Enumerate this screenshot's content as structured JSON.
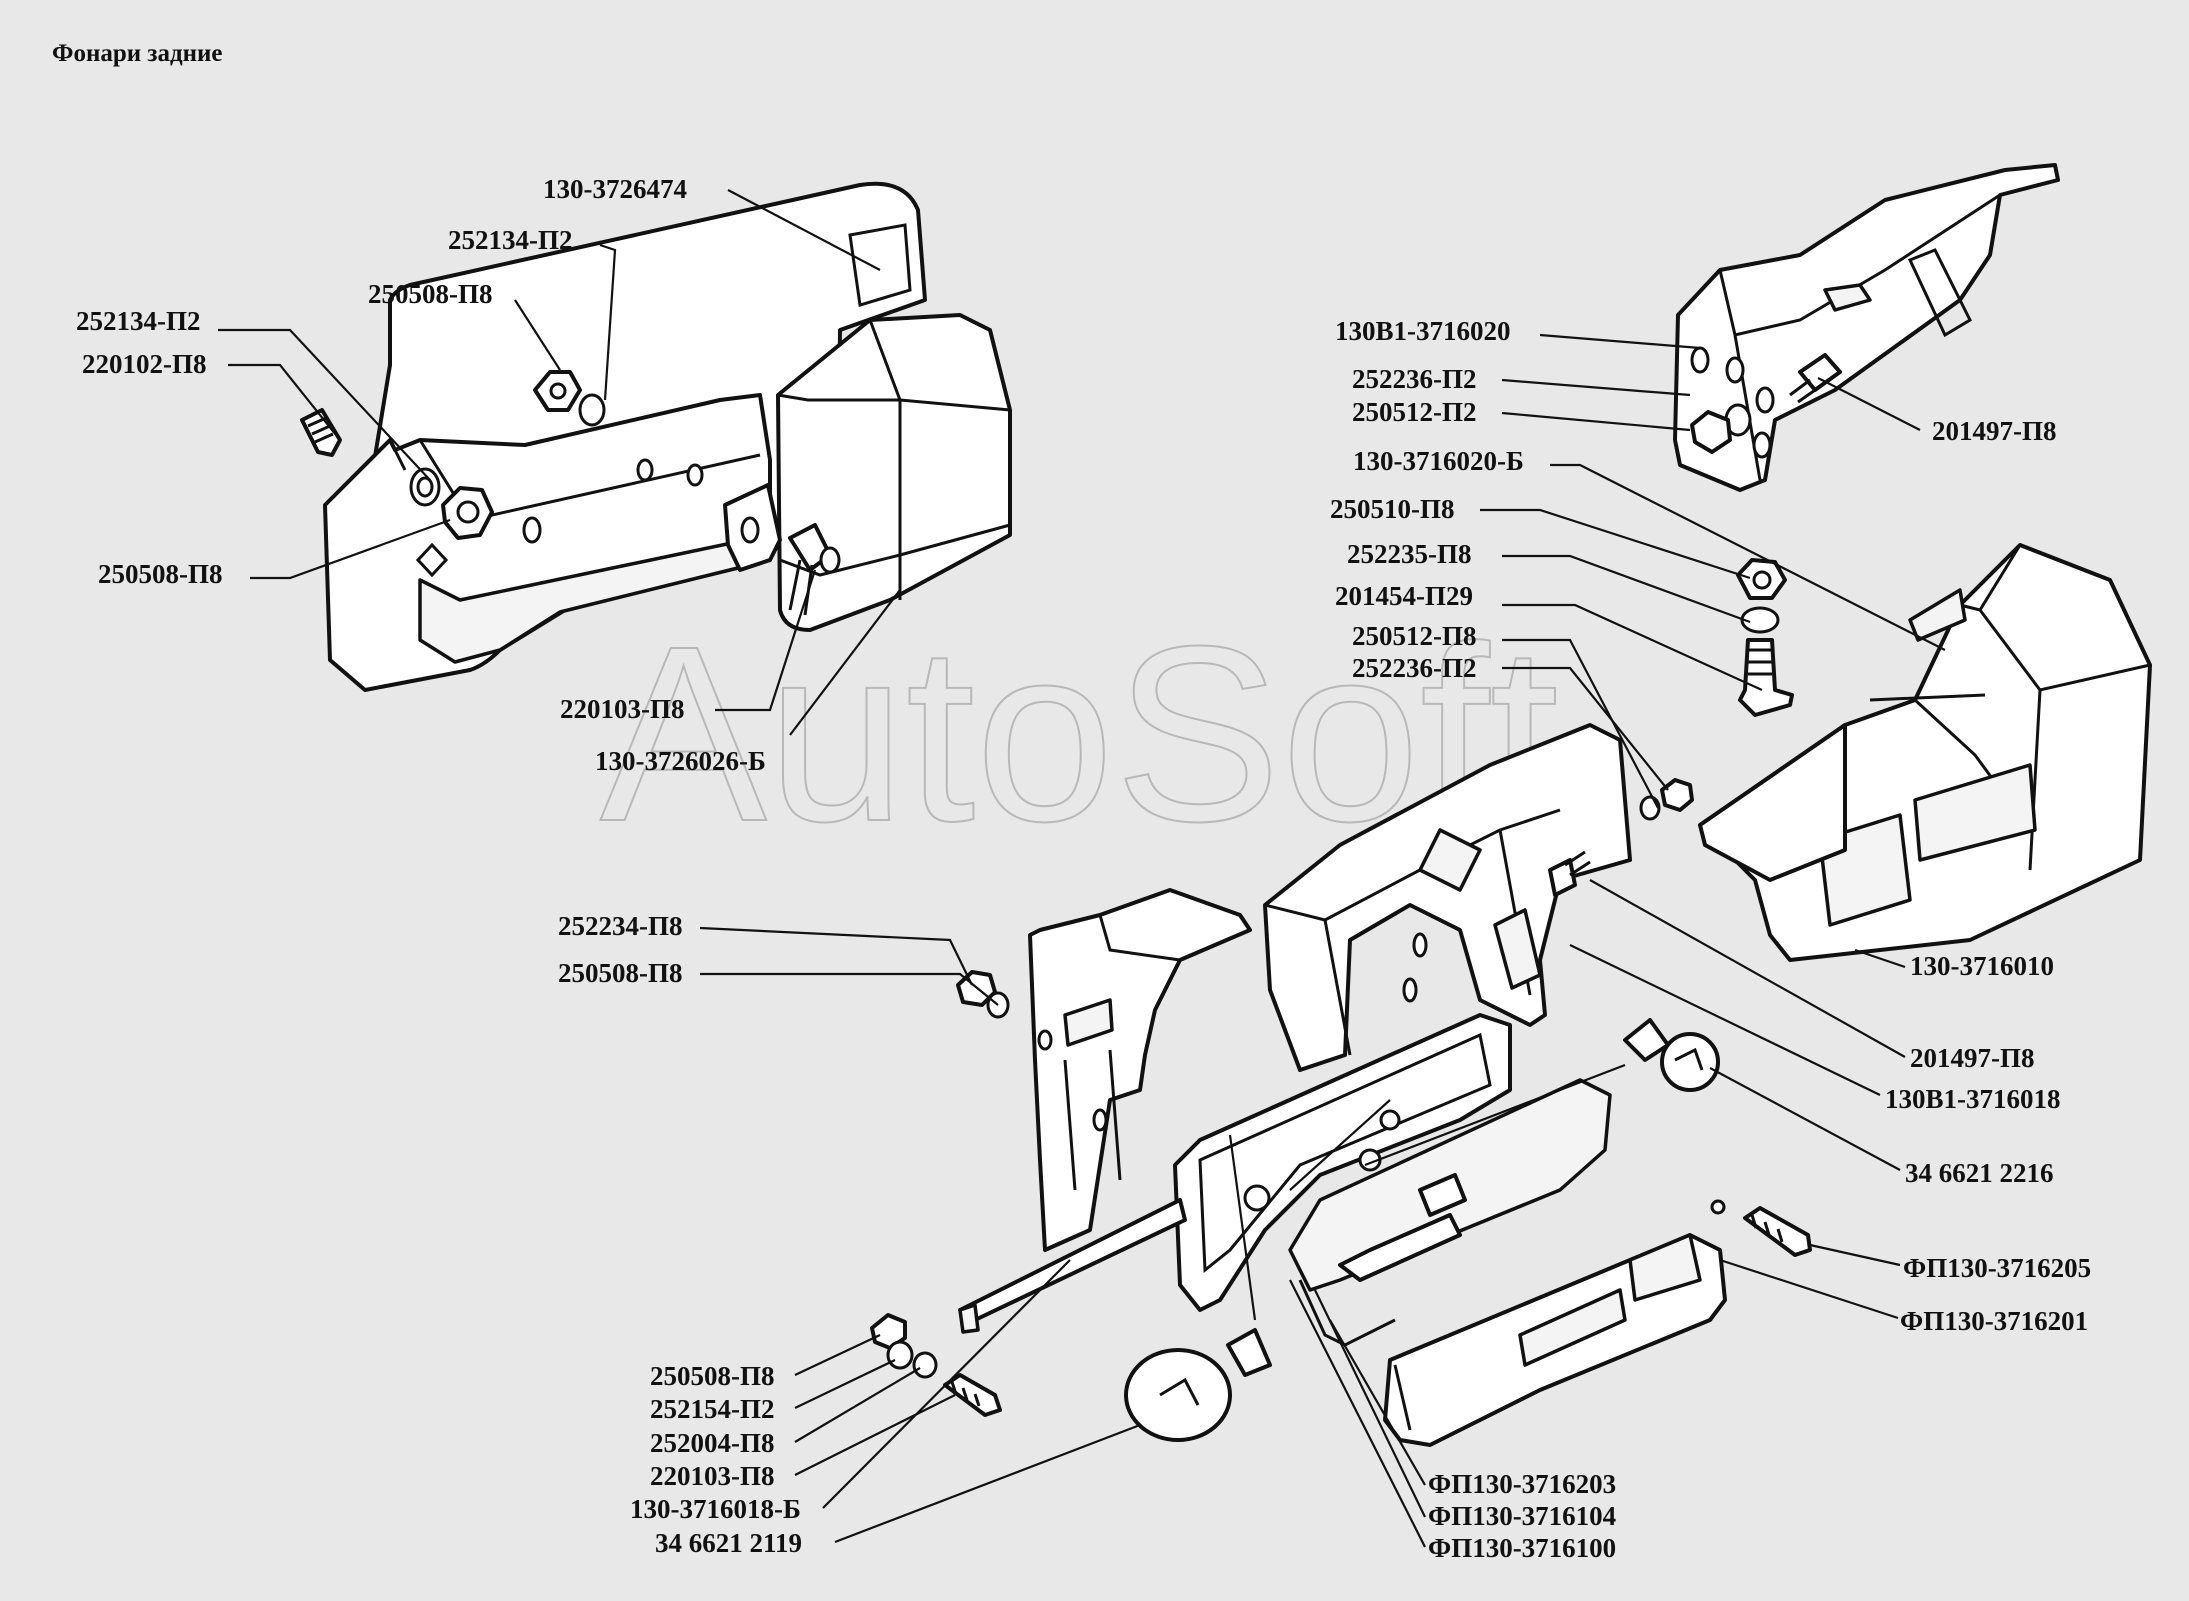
{
  "title": "Фонари задние",
  "watermark": "AutoSoft",
  "labels": {
    "l01": "130-3726474",
    "l02": "252134-П2",
    "l03": "250508-П8",
    "l04": "252134-П2",
    "l05": "220102-П8",
    "l06": "250508-П8",
    "l07": "220103-П8",
    "l08": "130-3726026-Б",
    "l09": "130В1-3716020",
    "l10": "252236-П2",
    "l11": "250512-П2",
    "l12": "201497-П8",
    "l13": "130-3716020-Б",
    "l14": "250510-П8",
    "l15": "252235-П8",
    "l16": "201454-П29",
    "l17": "250512-П8",
    "l18": "252236-П2",
    "l19": "130-3716010",
    "l20": "252234-П8",
    "l21": "250508-П8",
    "l22": "201497-П8",
    "l23": "130В1-3716018",
    "l24": "34 6621 2216",
    "l25": "ФП130-3716205",
    "l26": "ФП130-3716201",
    "l27": "250508-П8",
    "l28": "252154-П2",
    "l29": "252004-П8",
    "l30": "220103-П8",
    "l31": "130-3716018-Б",
    "l32": "34 6621 2119",
    "l33": "ФП130-3716203",
    "l34": "ФП130-3716104",
    "l35": "ФП130-3716100"
  }
}
